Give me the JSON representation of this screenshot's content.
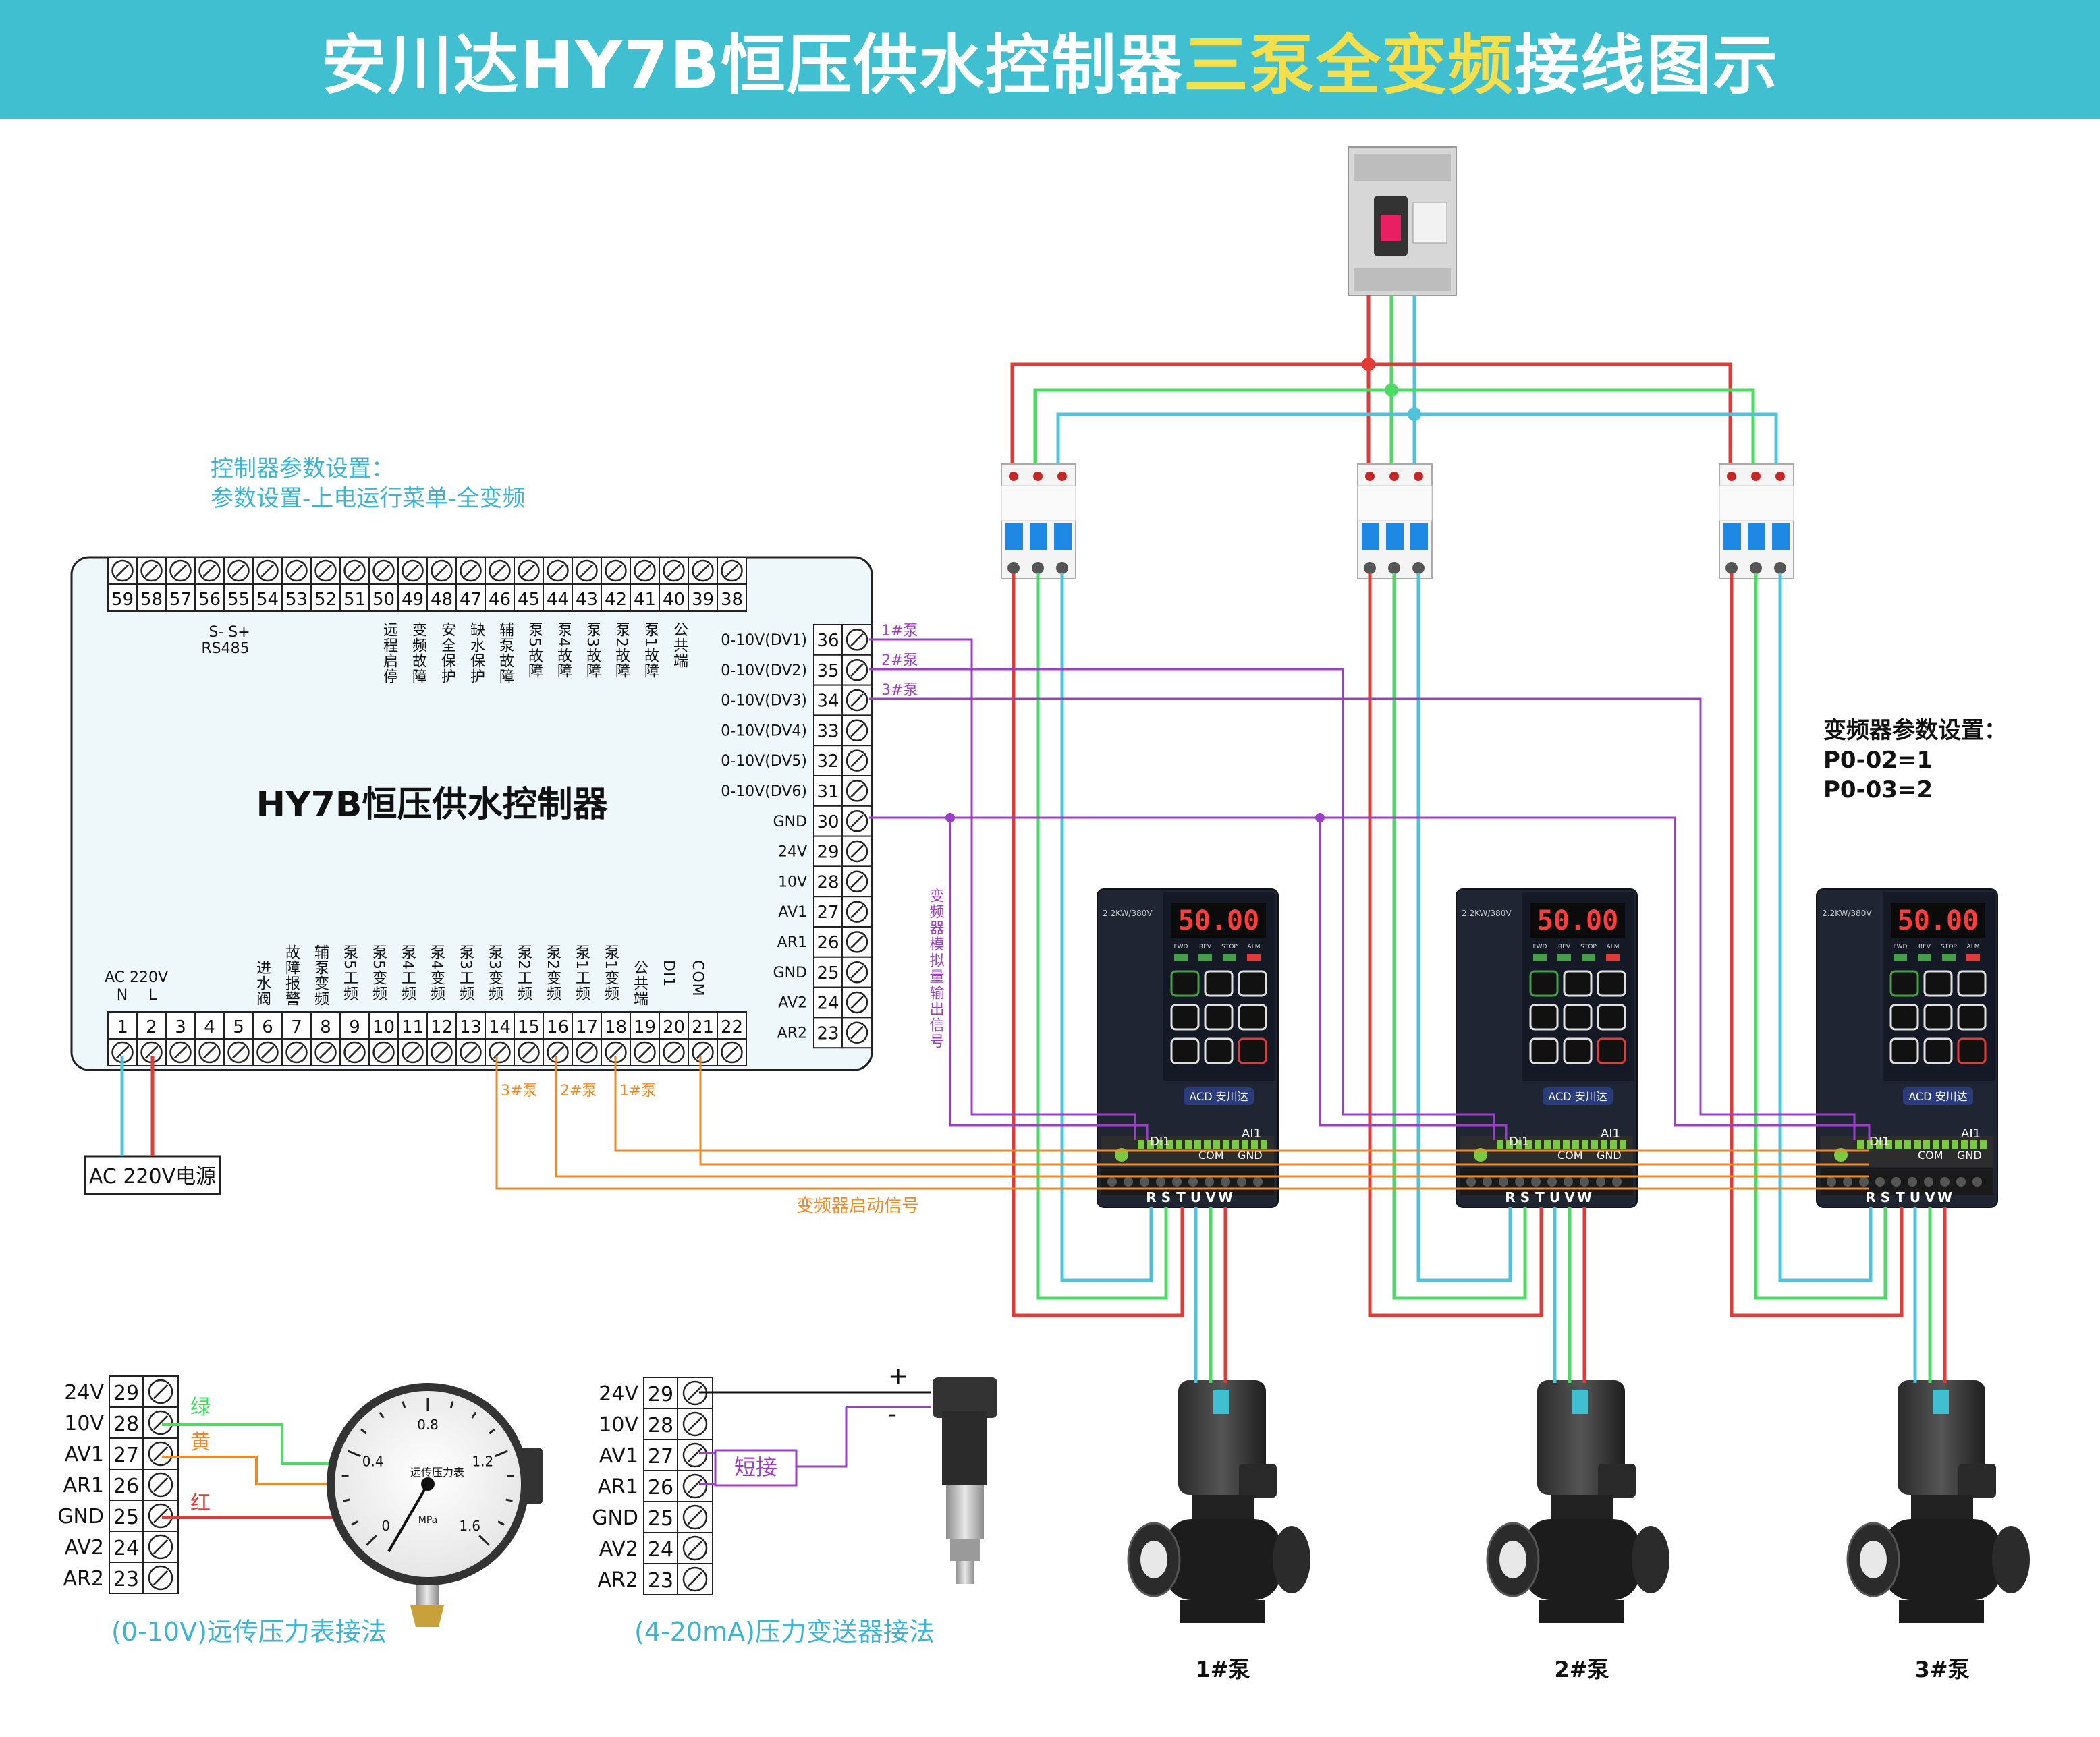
{
  "title": {
    "part1": "安川达HY7B恒压供水控制器",
    "highlight": "三泵全变频",
    "part2": "接线图示"
  },
  "controller_setting": {
    "heading": "控制器参数设置：",
    "value": "参数设置-上电运行菜单-全变频"
  },
  "controller": {
    "name": "HY7B恒压供水控制器",
    "top_terminals": [
      "59",
      "58",
      "57",
      "56",
      "55",
      "54",
      "53",
      "52",
      "51",
      "50",
      "49",
      "48",
      "47",
      "46",
      "45",
      "44",
      "43",
      "42",
      "41",
      "40",
      "39",
      "38"
    ],
    "rs485_polarity": "S-   S+",
    "rs485": "RS485",
    "top_labels": [
      {
        "t": "50",
        "label": "远程启停"
      },
      {
        "t": "49",
        "label": "变频故障"
      },
      {
        "t": "48",
        "label": "安全保护"
      },
      {
        "t": "47",
        "label": "缺水保护"
      },
      {
        "t": "46",
        "label": "辅泵故障"
      },
      {
        "t": "45",
        "label": "泵5故障"
      },
      {
        "t": "44",
        "label": "泵4故障"
      },
      {
        "t": "43",
        "label": "泵3故障"
      },
      {
        "t": "42",
        "label": "泵2故障"
      },
      {
        "t": "41",
        "label": "泵1故障"
      },
      {
        "t": "40",
        "label": "公共端"
      }
    ],
    "right_terminals": [
      {
        "num": "36",
        "label": "0-10V(DV1)"
      },
      {
        "num": "35",
        "label": "0-10V(DV2)"
      },
      {
        "num": "34",
        "label": "0-10V(DV3)"
      },
      {
        "num": "33",
        "label": "0-10V(DV4)"
      },
      {
        "num": "32",
        "label": "0-10V(DV5)"
      },
      {
        "num": "31",
        "label": "0-10V(DV6)"
      },
      {
        "num": "30",
        "label": "GND"
      },
      {
        "num": "29",
        "label": "24V"
      },
      {
        "num": "28",
        "label": "10V"
      },
      {
        "num": "27",
        "label": "AV1"
      },
      {
        "num": "26",
        "label": "AR1"
      },
      {
        "num": "25",
        "label": "GND"
      },
      {
        "num": "24",
        "label": "AV2"
      },
      {
        "num": "23",
        "label": "AR2"
      }
    ],
    "bottom_terminals": [
      "1",
      "2",
      "3",
      "4",
      "5",
      "6",
      "7",
      "8",
      "9",
      "10",
      "11",
      "12",
      "13",
      "14",
      "15",
      "16",
      "17",
      "18",
      "19",
      "20",
      "21",
      "22"
    ],
    "ac_label": "AC 220V",
    "ac_n": "N",
    "ac_l": "L",
    "bottom_labels": [
      {
        "t": "6",
        "label": "进水阀"
      },
      {
        "t": "7",
        "label": "故障报警"
      },
      {
        "t": "8",
        "label": "辅泵变频"
      },
      {
        "t": "9",
        "label": "泵5工频"
      },
      {
        "t": "10",
        "label": "泵5变频"
      },
      {
        "t": "11",
        "label": "泵4工频"
      },
      {
        "t": "12",
        "label": "泵4变频"
      },
      {
        "t": "13",
        "label": "泵3工频"
      },
      {
        "t": "14",
        "label": "泵3变频"
      },
      {
        "t": "15",
        "label": "泵2工频"
      },
      {
        "t": "16",
        "label": "泵2变频"
      },
      {
        "t": "17",
        "label": "泵1工频"
      },
      {
        "t": "18",
        "label": "泵1变频"
      },
      {
        "t": "19",
        "label": "公共端"
      },
      {
        "t": "20",
        "label": "DI1"
      },
      {
        "t": "21",
        "label": "COM"
      }
    ]
  },
  "power_source": "AC 220V电源",
  "signal_labels": {
    "dv1": "1#泵",
    "dv2": "2#泵",
    "dv3": "3#泵",
    "start3": "3#泵",
    "start2": "2#泵",
    "start1": "1#泵",
    "start_signal": "变频器启动信号",
    "analog_output": "变频器模拟量输出信号"
  },
  "inverter_setting": {
    "heading": "变频器参数设置：",
    "line1": "P0-02=1",
    "line2": "P0-03=2"
  },
  "inverter": {
    "rating": "2.2KW/380V",
    "display": "50.00",
    "brand": "ACD 安川达",
    "di1": "DI1",
    "ai1": "AI1",
    "com": "COM",
    "gnd": "GND",
    "rstuvw": [
      "R",
      "S",
      "T",
      "U",
      "V",
      "W"
    ],
    "status": [
      "FWD",
      "REV",
      "STOP",
      "ALM"
    ]
  },
  "pumps": [
    {
      "label": "1#泵"
    },
    {
      "label": "2#泵"
    },
    {
      "label": "3#泵"
    }
  ],
  "gauge_block": {
    "terminals": [
      {
        "num": "29",
        "label": "24V"
      },
      {
        "num": "28",
        "label": "10V"
      },
      {
        "num": "27",
        "label": "AV1"
      },
      {
        "num": "26",
        "label": "AR1"
      },
      {
        "num": "25",
        "label": "GND"
      },
      {
        "num": "24",
        "label": "AV2"
      },
      {
        "num": "23",
        "label": "AR2"
      }
    ],
    "wire_green": "绿",
    "wire_yellow": "黄",
    "wire_red": "红",
    "caption": "(0-10V)远传压力表接法",
    "gauge_ticks": [
      "0",
      "0.4",
      "0.8",
      "1.2",
      "1.6"
    ],
    "gauge_unit": "MPa",
    "gauge_name": "远传压力表"
  },
  "transmitter_block": {
    "terminals": [
      {
        "num": "29",
        "label": "24V"
      },
      {
        "num": "28",
        "label": "10V"
      },
      {
        "num": "27",
        "label": "AV1"
      },
      {
        "num": "26",
        "label": "AR1"
      },
      {
        "num": "25",
        "label": "GND"
      },
      {
        "num": "24",
        "label": "AV2"
      },
      {
        "num": "23",
        "label": "AR2"
      }
    ],
    "short_label": "短接",
    "plus": "+",
    "minus": "-",
    "caption": "(4-20mA)压力变送器接法"
  },
  "colors": {
    "title_bg": "#3fbfcf",
    "title_hl": "#f4e04d",
    "red": "#e53935",
    "green": "#4cd964",
    "cyan": "#4fc3d9",
    "purple": "#9b3fc8",
    "orange": "#f08a24",
    "teal_text": "#3fb4d0"
  }
}
